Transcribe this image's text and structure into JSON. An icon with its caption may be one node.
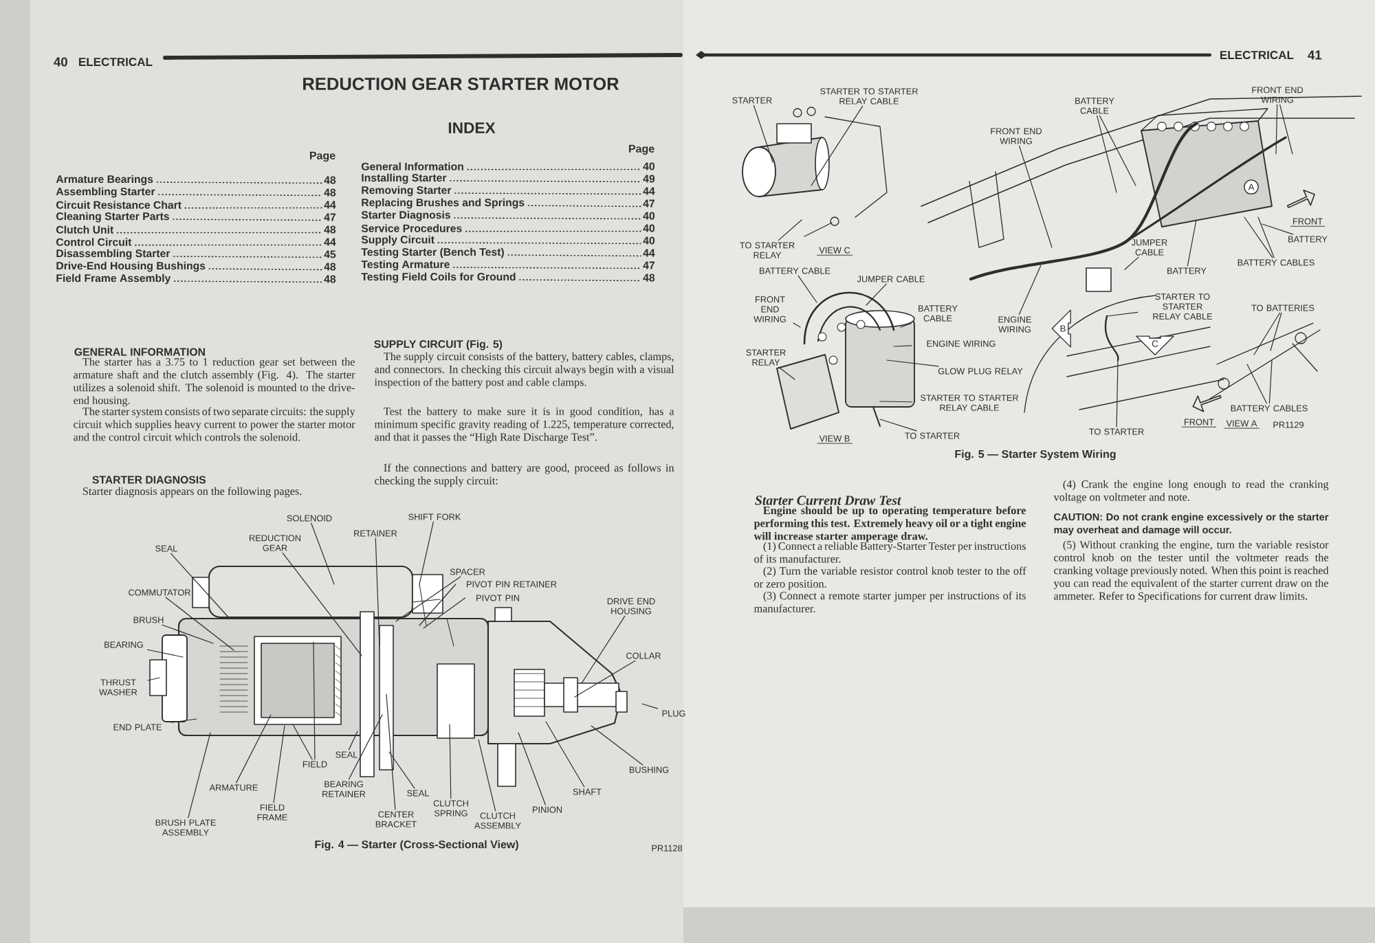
{
  "diagram": {
    "title": "REDUCTION GEAR STARTER MOTOR",
    "nodes": [
      {
        "text": [
          "SOLENOID"
        ]
      },
      {
        "text": [
          "SHIFT FORK"
        ]
      },
      {
        "text": [
          "RETAINER"
        ]
      },
      {
        "text": [
          "REDUCTION GEAR"
        ]
      },
      {
        "text": [
          "SEAL"
        ]
      },
      {
        "text": [
          "SPACER"
        ]
      },
      {
        "text": [
          "PIVOT PIN RETAINER"
        ]
      },
      {
        "text": [
          "PIVOT PIN"
        ]
      },
      {
        "text": [
          "COMMUTATOR"
        ]
      },
      {
        "text": [
          "DRIVE END HOUSING"
        ]
      },
      {
        "text": [
          "BRUSH"
        ]
      },
      {
        "text": [
          "BEARING"
        ]
      },
      {
        "text": [
          "COLLAR"
        ]
      },
      {
        "text": [
          "THRUST WASHER"
        ]
      },
      {
        "text": [
          "PLUG"
        ]
      },
      {
        "text": [
          "END PLATE"
        ]
      },
      {
        "text": [
          "SEAL"
        ]
      },
      {
        "text": [
          "FIELD"
        ]
      },
      {
        "text": [
          "BUSHING"
        ]
      },
      {
        "text": [
          "ARMATURE"
        ]
      },
      {
        "text": [
          "BEARING RETAINER"
        ]
      },
      {
        "text": [
          "SEAL"
        ]
      },
      {
        "text": [
          "SHAFT"
        ]
      },
      {
        "text": [
          "CLUTCH SPRING"
        ]
      },
      {
        "text": [
          "FIELD FRAME"
        ]
      },
      {
        "text": [
          "CENTER BRACKET"
        ]
      },
      {
        "text": [
          "PINION"
        ]
      },
      {
        "text": [
          "CLUTCH ASSEMBLY"
        ]
      },
      {
        "text": [
          "BRUSH PLATE ASSEMBLY"
        ]
      },
      {
        "text": [
          "STARTER"
        ]
      },
      {
        "text": [
          "STARTER TO STARTER RELAY CABLE"
        ]
      },
      {
        "text": [
          "BATTERY CABLE"
        ]
      },
      {
        "text": [
          "FRONT END WIRING"
        ]
      },
      {
        "text": [
          "FRONT END WIRING"
        ]
      },
      {
        "text": [
          "TO STARTER RELAY"
        ]
      },
      {
        "text": [
          "BATTERY"
        ]
      },
      {
        "text": [
          "JUMPER CABLE"
        ]
      },
      {
        "text": [
          "BATTERY"
        ]
      },
      {
        "text": [
          "BATTERY CABLES"
        ]
      },
      {
        "text": [
          "BATTERY CABLE"
        ]
      },
      {
        "text": [
          "JUMPER CABLE"
        ]
      },
      {
        "text": [
          "FRONT END WIRING"
        ]
      },
      {
        "text": [
          "BATTERY CABLE"
        ]
      },
      {
        "text": [
          "ENGINE WIRING"
        ]
      },
      {
        "text": [
          "STARTER TO STARTER RELAY CABLE"
        ]
      },
      {
        "text": [
          "TO BATTERIES"
        ]
      },
      {
        "text": [
          "ENGINE WIRING"
        ]
      },
      {
        "text": [
          "STARTER RELAY"
        ]
      },
      {
        "text": [
          "GLOW PLUG RELAY"
        ]
      },
      {
        "text": [
          "STARTER TO STARTER RELAY CABLE"
        ]
      },
      {
        "text": [
          "TO STARTER"
        ]
      },
      {
        "text": [
          "TO STARTER"
        ]
      },
      {
        "text": [
          "BATTERY CABLES"
        ]
      }
    ],
    "edges": [
      {
        "from": 0,
        "to": null,
        "arrow": "none"
      },
      {
        "from": 1,
        "to": null,
        "arrow": "none"
      },
      {
        "from": 2,
        "to": null,
        "arrow": "none"
      },
      {
        "from": 3,
        "to": null,
        "arrow": "none"
      },
      {
        "from": 4,
        "to": null,
        "arrow": "none"
      },
      {
        "from": 5,
        "to": null,
        "arrow": "none"
      },
      {
        "from": 6,
        "to": null,
        "arrow": "none"
      },
      {
        "from": 7,
        "to": null,
        "arrow": "none"
      },
      {
        "from": 8,
        "to": null,
        "arrow": "none"
      },
      {
        "from": 9,
        "to": null,
        "arrow": "none"
      },
      {
        "from": 10,
        "to": null,
        "arrow": "none"
      },
      {
        "from": 11,
        "to": null,
        "arrow": "none"
      },
      {
        "from": 12,
        "to": null,
        "arrow": "none"
      },
      {
        "from": 13,
        "to": null,
        "arrow": "none"
      },
      {
        "from": 14,
        "to": null,
        "arrow": "none"
      },
      {
        "from": 15,
        "to": null,
        "arrow": "none"
      },
      {
        "from": 16,
        "to": null,
        "arrow": "none"
      },
      {
        "from": 17,
        "to": null,
        "arrow": "none"
      },
      {
        "from": 17,
        "to": null,
        "arrow": "none"
      },
      {
        "from": 18,
        "to": null,
        "arrow": "none"
      },
      {
        "from": 19,
        "to": null,
        "arrow": "none"
      },
      {
        "from": 20,
        "to": null,
        "arrow": "none"
      },
      {
        "from": 21,
        "to": null,
        "arrow": "none"
      },
      {
        "from": 22,
        "to": null,
        "arrow": "none"
      },
      {
        "from": 23,
        "to": null,
        "arrow": "none"
      },
      {
        "from": 24,
        "to": null,
        "arrow": "none"
      },
      {
        "from": 25,
        "to": null,
        "arrow": "none"
      },
      {
        "from": 26,
        "to": null,
        "arrow": "none"
      },
      {
        "from": 27,
        "to": null,
        "arrow": "none"
      },
      {
        "from": 28,
        "to": null,
        "arrow": "none"
      },
      {
        "from": 29,
        "to": null,
        "arrow": "none"
      },
      {
        "from": 30,
        "to": null,
        "arrow": "none"
      },
      {
        "from": 31,
        "to": null,
        "arrow": "none"
      },
      {
        "from": 31,
        "to": null,
        "arrow": "none"
      },
      {
        "from": 32,
        "to": null,
        "arrow": "none"
      },
      {
        "from": 32,
        "to": null,
        "arrow": "none"
      },
      {
        "from": 33,
        "to": null,
        "arrow": "none"
      },
      {
        "from": 34,
        "to": null,
        "arrow": "none"
      },
      {
        "from": 35,
        "to": null,
        "arrow": "none"
      },
      {
        "from": 36,
        "to": null,
        "arrow": "none"
      },
      {
        "from": 37,
        "to": null,
        "arrow": "none"
      },
      {
        "from": 38,
        "to": null,
        "arrow": "none"
      },
      {
        "from": 38,
        "to": null,
        "arrow": "none"
      },
      {
        "from": 39,
        "to": null,
        "arrow": "none"
      },
      {
        "from": 40,
        "to": null,
        "arrow": "none"
      },
      {
        "from": 41,
        "to": null,
        "arrow": "none"
      },
      {
        "from": 42,
        "to": null,
        "arrow": "none"
      },
      {
        "from": 43,
        "to": null,
        "arrow": "none"
      },
      {
        "from": 44,
        "to": null,
        "arrow": "none"
      },
      {
        "from": 45,
        "to": null,
        "arrow": "none"
      },
      {
        "from": 45,
        "to": null,
        "arrow": "none"
      },
      {
        "from": 46,
        "to": null,
        "arrow": "none"
      },
      {
        "from": 47,
        "to": null,
        "arrow": "none"
      },
      {
        "from": 48,
        "to": null,
        "arrow": "none"
      },
      {
        "from": 49,
        "to": null,
        "arrow": "none"
      },
      {
        "from": 50,
        "to": null,
        "arrow": "none"
      },
      {
        "from": 51,
        "to": null,
        "arrow": "none"
      },
      {
        "from": 52,
        "to": null,
        "arrow": "none"
      },
      {
        "from": 52,
        "to": null,
        "arrow": "none"
      }
    ],
    "labels": [
      "40",
      "ELECTRICAL",
      "INDEX",
      "Page",
      "Armature Bearings",
      "48",
      "Assembling Starter",
      "48",
      "Circuit Resistance Chart",
      "44",
      "Cleaning Starter Parts",
      "47",
      "Clutch Unit",
      "48",
      "Control Circuit",
      "44",
      "Disassembling Starter",
      "45",
      "Drive-End Housing Bushings",
      "48",
      "Field Frame Assembly",
      "48",
      "Page",
      "General Information",
      "40",
      "Installing Starter",
      "49",
      "Removing Starter",
      "44",
      "Replacing Brushes and Springs",
      "47",
      "Starter Diagnosis",
      "40",
      "Service Procedures",
      "40",
      "Supply Circuit",
      "40",
      "Testing Starter (Bench Test)",
      "44",
      "Testing Armature",
      "47",
      "Testing Field Coils for Ground",
      "48",
      "GENERAL INFORMATION",
      "The starter has a 3.75 to 1 reduction gear set between the armature shaft and the clutch assembly (Fig. 4). The starter utilizes a solenoid shift. The solenoid is mounted to the drive-end housing.",
      "The starter system consists of two separate circuits: the supply circuit which supplies heavy current to power the starter motor and the control circuit which controls the solenoid.",
      "STARTER DIAGNOSIS",
      "Starter diagnosis appears on the following pages.",
      "SUPPLY CIRCUIT (Fig. 5)",
      "The supply circuit consists of the battery, battery cables, clamps, and connectors. In checking this circuit always begin with a visual inspection of the battery post and cable clamps.",
      "Test the battery to make sure it is in good condition, has a minimum specific gravity reading of 1.225, temperature corrected, and that it passes the “High Rate Discharge Test”.",
      "If the connections and battery are good, proceed as follows in checking the supply circuit:",
      "Fig. 4 — Starter (Cross-Sectional View)",
      "PR1128",
      "ELECTRICAL",
      "41",
      "VIEW C",
      "FRONT",
      "A",
      "B",
      "C",
      "VIEW B",
      "FRONT",
      "VIEW A",
      "PR1129",
      "Fig. 5 — Starter System Wiring",
      "Starter Current Draw Test",
      "Engine should be up to operating temperature before performing this test. Extremely heavy oil or a tight engine will increase starter amperage draw.",
      "(1) Connect a reliable Battery-Starter Tester per instructions of its manufacturer.",
      "(2) Turn the variable resistor control knob tester to the off or zero position.",
      "(3) Connect a remote starter jumper per instructions of its manufacturer.",
      "(4) Crank the engine long enough to read the cranking voltage on voltmeter and note.",
      "CAUTION: Do not crank engine excessively or the starter may overheat and damage will occur.",
      "(5) Without cranking the engine, turn the variable resistor control knob on the tester until the voltmeter reads the cranking voltage previously noted. When this point is reached you can read the equivalent of the starter current draw on the ammeter. Refer to Specifications for current draw limits."
    ]
  }
}
